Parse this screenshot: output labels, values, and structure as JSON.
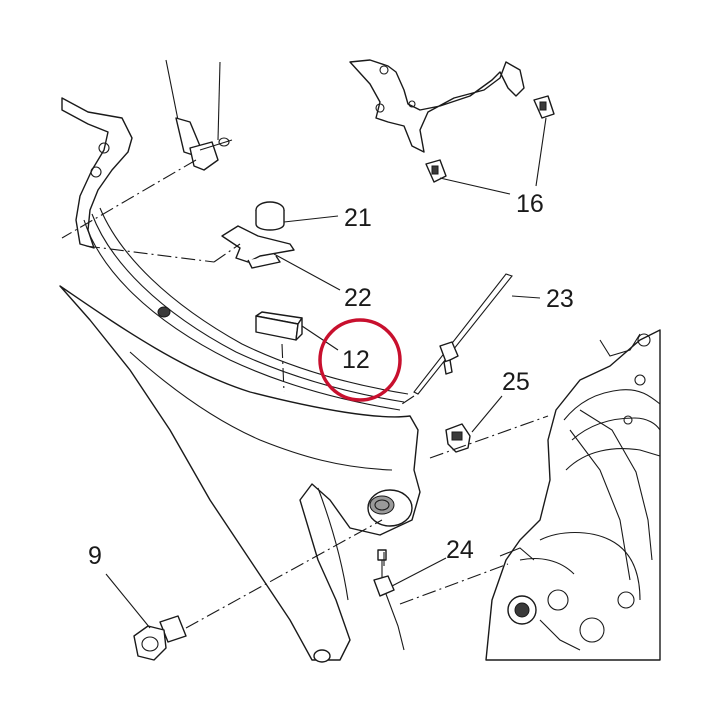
{
  "diagram": {
    "highlight_color": "#c8102e",
    "line_color": "#1a1a1a",
    "callouts": [
      {
        "id": "c9",
        "label": "9"
      },
      {
        "id": "c12",
        "label": "12"
      },
      {
        "id": "c16",
        "label": "16"
      },
      {
        "id": "c21",
        "label": "21"
      },
      {
        "id": "c22",
        "label": "22"
      },
      {
        "id": "c23",
        "label": "23"
      },
      {
        "id": "c24",
        "label": "24"
      },
      {
        "id": "c25",
        "label": "25"
      }
    ],
    "highlighted_callout": "12"
  }
}
